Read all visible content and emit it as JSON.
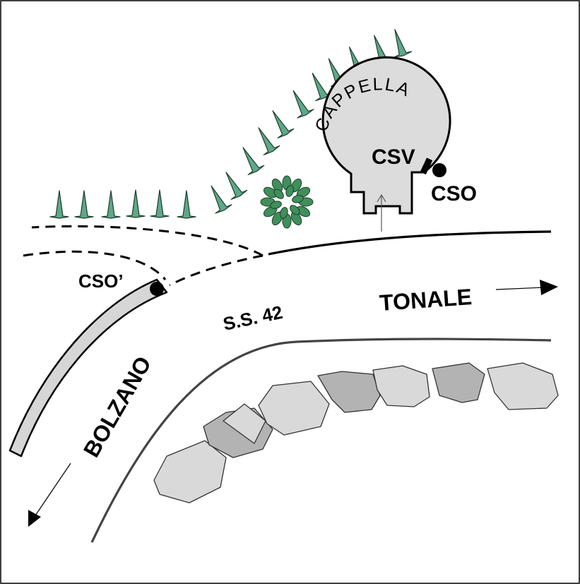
{
  "labels": {
    "chapel": "CAPPELLA",
    "csv": "CSV",
    "cso": "CSO",
    "cso_prime": "CSO’",
    "road": "S.S.  42",
    "tonale": "TONALE",
    "bolzano": "BOLZANO"
  },
  "colors": {
    "conifer": "#5fa88a",
    "shrub": "#3f8f5a",
    "chapel_fill": "#dcdcdc",
    "rock_light": "#d9d9d9",
    "rock_dark": "#b3b3b3",
    "ink": "#000000"
  },
  "icons": [
    "conifer-tree-icon",
    "shrub-icon",
    "rock-icon",
    "arrow-icon",
    "sensor-dot-icon"
  ]
}
